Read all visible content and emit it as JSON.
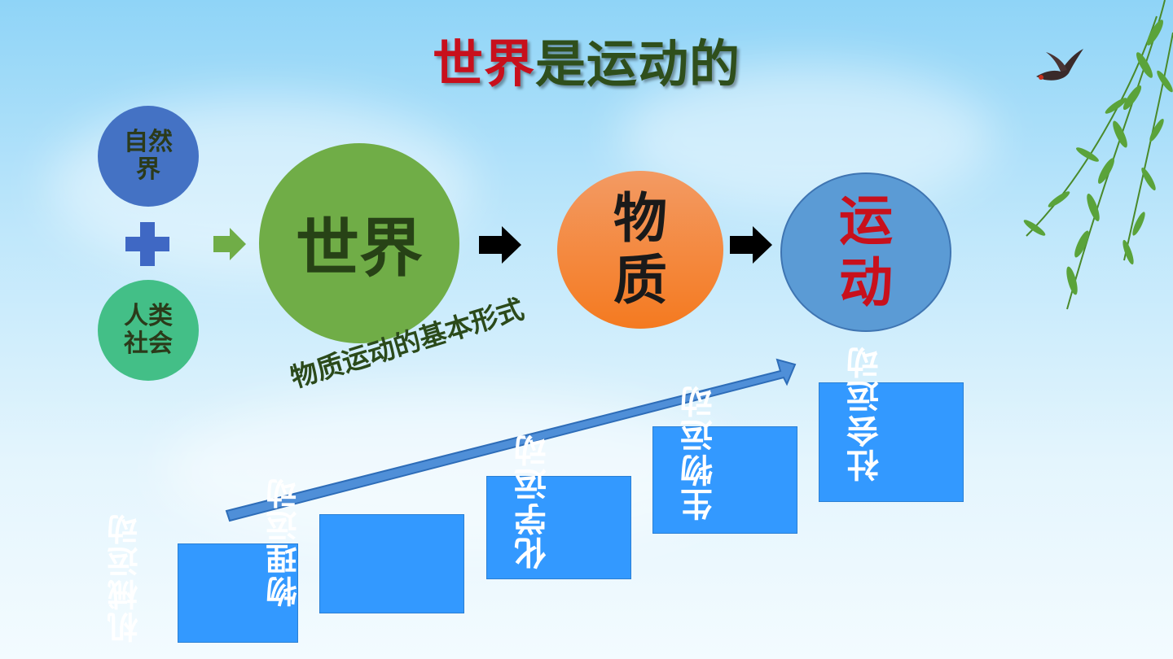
{
  "title": {
    "part_red": "世界",
    "part_green": "是运动的"
  },
  "sources": {
    "nature": "自然界",
    "society": "人类社会",
    "plus_icon": "plus-icon"
  },
  "chain": {
    "world": "世界",
    "matter": "物质",
    "motion": "运动"
  },
  "forms": {
    "label": "物质运动的基本形式",
    "items": [
      "机械运动",
      "物理运动",
      "化学运动",
      "生物运动",
      "社会运动"
    ]
  },
  "colors": {
    "title_red": "#c8101c",
    "title_green": "#2f4f1c",
    "nature_circle": "#4472c4",
    "society_circle": "#43bf87",
    "world_circle": "#70ad47",
    "matter_circle": "#f4812d",
    "motion_circle": "#5b9bd5",
    "form_box": "#3399ff"
  }
}
